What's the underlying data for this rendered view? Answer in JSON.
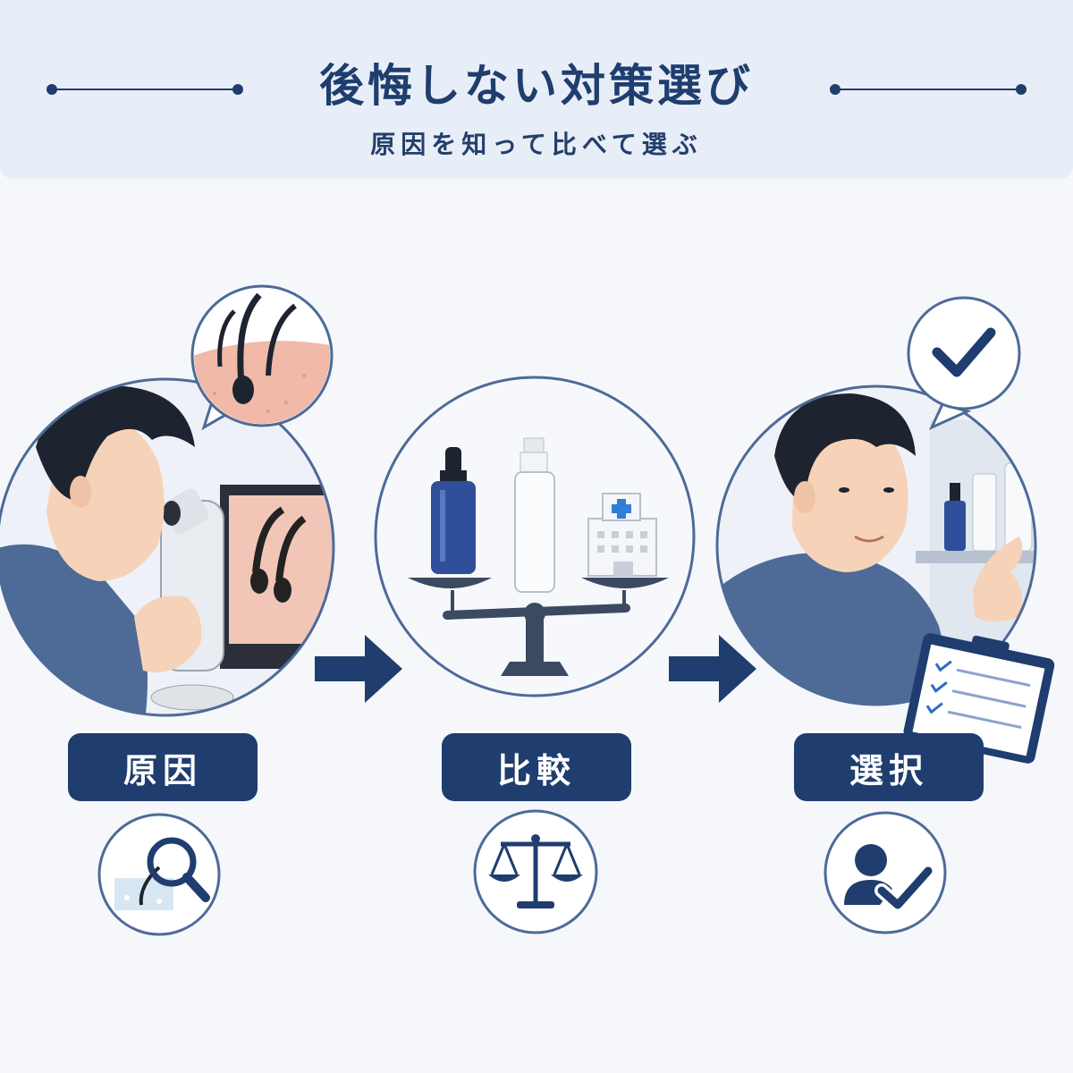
{
  "header": {
    "title": "後悔しない対策選び",
    "subtitle": "原因を知って比べて選ぶ"
  },
  "steps": [
    {
      "label": "原因",
      "icon": "magnifier-hair-icon",
      "scene": "man-with-microscope"
    },
    {
      "label": "比較",
      "icon": "balance-scale-icon",
      "scene": "products-on-scale"
    },
    {
      "label": "選択",
      "icon": "person-check-icon",
      "scene": "man-choosing-product"
    }
  ],
  "colors": {
    "navy": "#1f3d6e",
    "header_bg": "#e8eef7",
    "page_bg": "#f5f7fb",
    "shirt": "#4e6a97"
  }
}
